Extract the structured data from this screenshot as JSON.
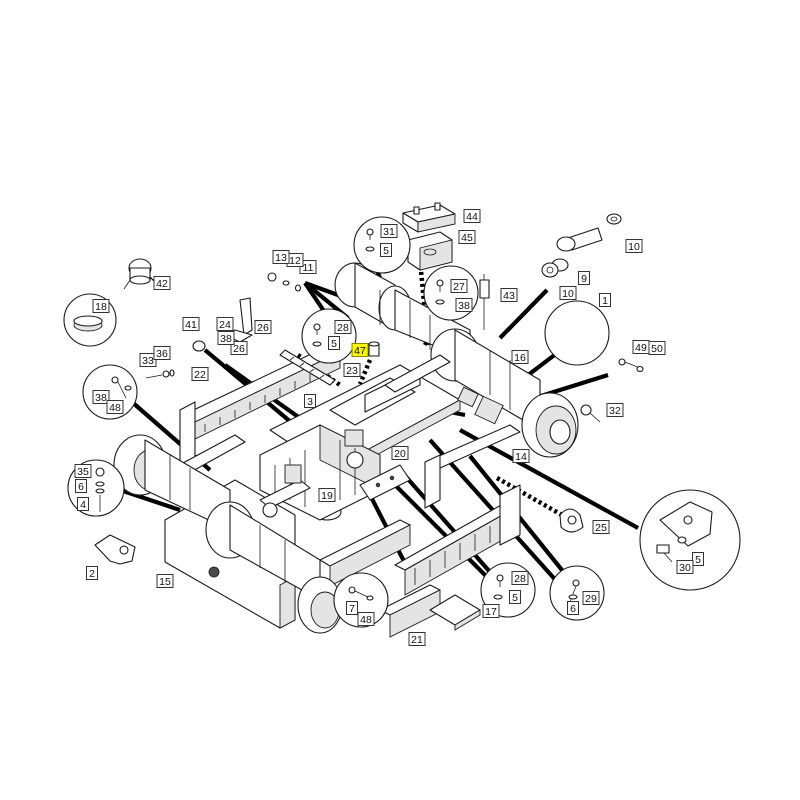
{
  "diagram": {
    "highlighted": "47",
    "callouts": [
      {
        "id": "1",
        "text": "1"
      },
      {
        "id": "2",
        "text": "2"
      },
      {
        "id": "3",
        "text": "3"
      },
      {
        "id": "4a",
        "text": "4"
      },
      {
        "id": "5a",
        "text": "5"
      },
      {
        "id": "5b",
        "text": "5"
      },
      {
        "id": "5c",
        "text": "5"
      },
      {
        "id": "5d",
        "text": "5"
      },
      {
        "id": "6a",
        "text": "6"
      },
      {
        "id": "6b",
        "text": "6"
      },
      {
        "id": "7",
        "text": "7"
      },
      {
        "id": "9",
        "text": "9"
      },
      {
        "id": "10a",
        "text": "10"
      },
      {
        "id": "10b",
        "text": "10"
      },
      {
        "id": "11",
        "text": "11"
      },
      {
        "id": "12",
        "text": "12"
      },
      {
        "id": "13",
        "text": "13"
      },
      {
        "id": "14",
        "text": "14"
      },
      {
        "id": "15",
        "text": "15"
      },
      {
        "id": "16",
        "text": "16"
      },
      {
        "id": "17",
        "text": "17"
      },
      {
        "id": "18",
        "text": "18"
      },
      {
        "id": "19",
        "text": "19"
      },
      {
        "id": "20",
        "text": "20"
      },
      {
        "id": "21",
        "text": "21"
      },
      {
        "id": "22",
        "text": "22"
      },
      {
        "id": "23",
        "text": "23"
      },
      {
        "id": "24",
        "text": "24"
      },
      {
        "id": "25",
        "text": "25"
      },
      {
        "id": "26a",
        "text": "26"
      },
      {
        "id": "26b",
        "text": "26"
      },
      {
        "id": "27",
        "text": "27"
      },
      {
        "id": "28a",
        "text": "28"
      },
      {
        "id": "28b",
        "text": "28"
      },
      {
        "id": "29",
        "text": "29"
      },
      {
        "id": "30",
        "text": "30"
      },
      {
        "id": "31",
        "text": "31"
      },
      {
        "id": "32",
        "text": "32"
      },
      {
        "id": "33",
        "text": "33"
      },
      {
        "id": "35",
        "text": "35"
      },
      {
        "id": "36",
        "text": "36"
      },
      {
        "id": "38a",
        "text": "38"
      },
      {
        "id": "38b",
        "text": "38"
      },
      {
        "id": "38c",
        "text": "38"
      },
      {
        "id": "41",
        "text": "41"
      },
      {
        "id": "42",
        "text": "42"
      },
      {
        "id": "43",
        "text": "43"
      },
      {
        "id": "44",
        "text": "44"
      },
      {
        "id": "45",
        "text": "45"
      },
      {
        "id": "47",
        "text": "47"
      },
      {
        "id": "48a",
        "text": "48"
      },
      {
        "id": "48b",
        "text": "48"
      },
      {
        "id": "49",
        "text": "49"
      },
      {
        "id": "50",
        "text": "50"
      }
    ]
  }
}
